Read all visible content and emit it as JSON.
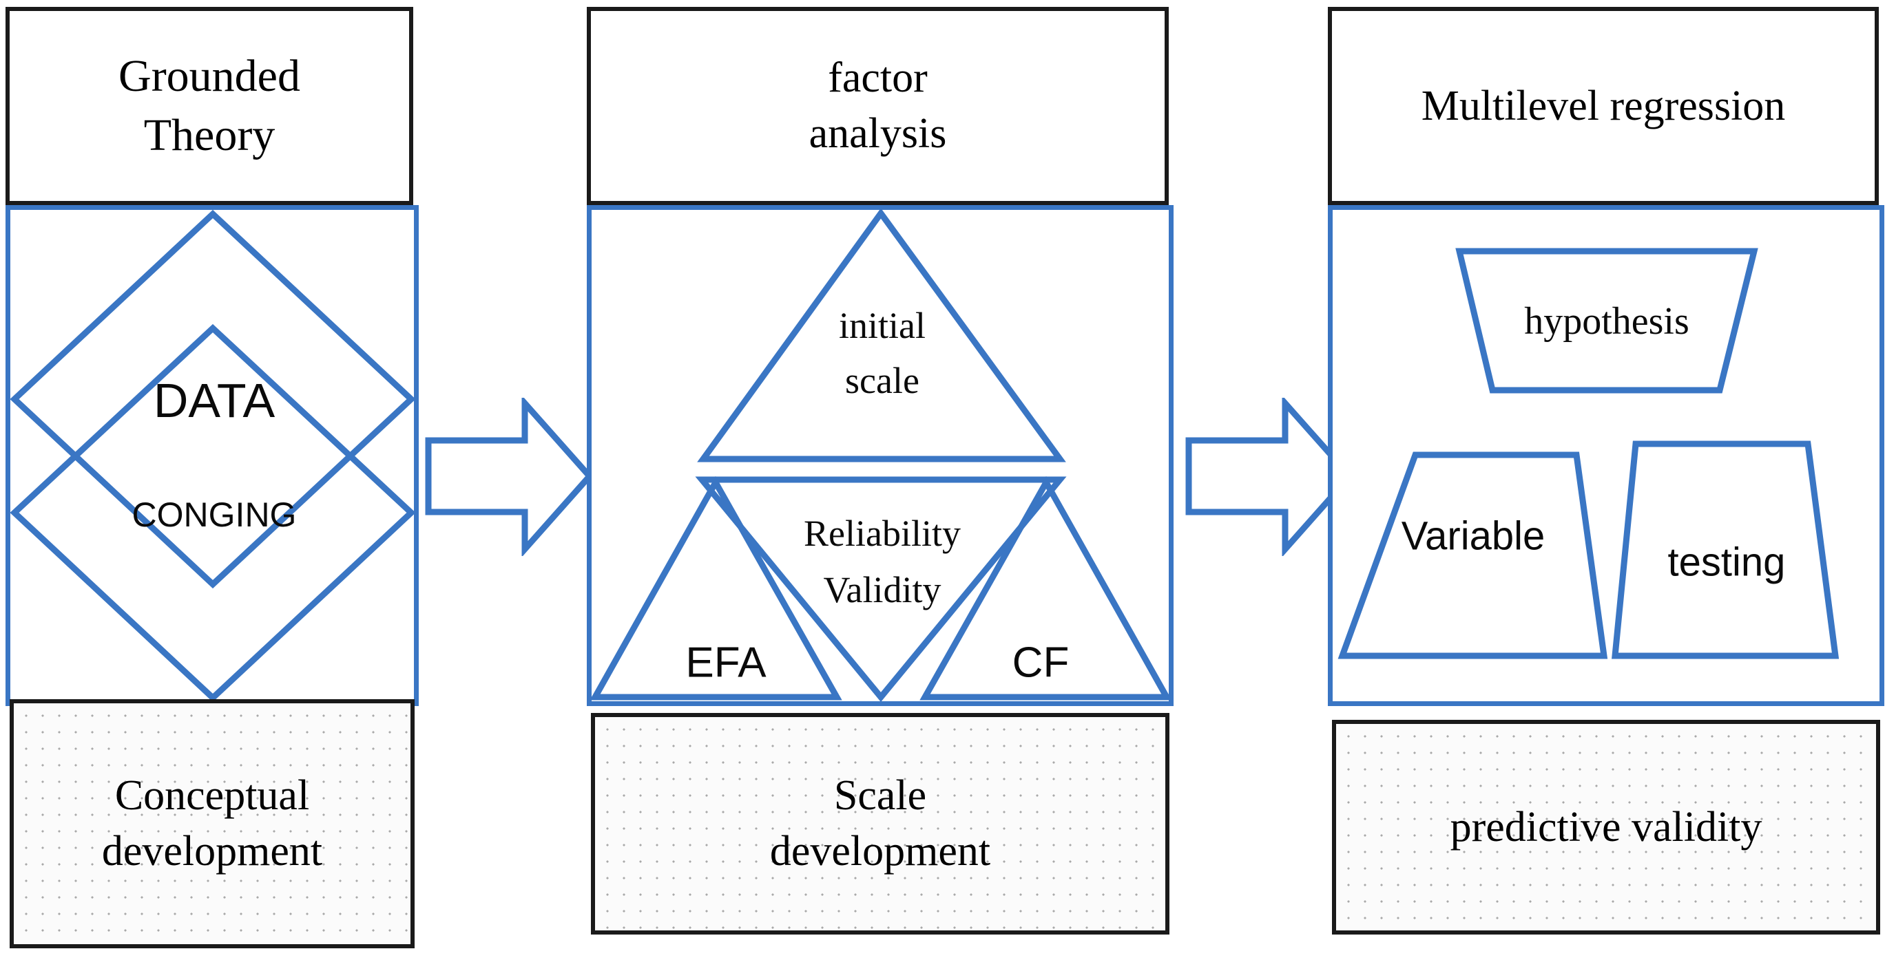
{
  "diagram": {
    "title": "Three-stage research design flow",
    "accent_blue": "#3a76c4",
    "outline_black": "#1a1a1a",
    "stages": [
      {
        "id": "grounded-theory",
        "header_lines": [
          "Grounded",
          "Theory"
        ],
        "shapes": [
          {
            "name": "data-diamond",
            "kind": "diamond",
            "label": "DATA"
          },
          {
            "name": "conging-diamond",
            "kind": "diamond",
            "label": "CONGING"
          }
        ],
        "footer_lines": [
          "Conceptual",
          "development"
        ]
      },
      {
        "id": "factor-analysis",
        "header_lines": [
          "factor",
          "analysis"
        ],
        "shapes": [
          {
            "name": "initial-scale-triangle",
            "kind": "triangle-up",
            "label_lines": [
              "initial",
              "scale"
            ]
          },
          {
            "name": "efa-triangle",
            "kind": "triangle-up",
            "label": "EFA"
          },
          {
            "name": "reliability-validity-triangle",
            "kind": "triangle-down",
            "label_lines": [
              "Reliability",
              "Validity"
            ]
          },
          {
            "name": "cf-triangle",
            "kind": "triangle-up",
            "label": "CF"
          }
        ],
        "footer_lines": [
          "Scale",
          "development"
        ]
      },
      {
        "id": "multilevel-regression",
        "header_lines": [
          "Multilevel regression"
        ],
        "shapes": [
          {
            "name": "hypothesis-trapezoid",
            "kind": "trapezoid-down",
            "label": "hypothesis"
          },
          {
            "name": "variable-trapezoid",
            "kind": "trapezoid-up",
            "label": "Variable"
          },
          {
            "name": "testing-trapezoid",
            "kind": "trapezoid-up",
            "label": "testing"
          }
        ],
        "footer_lines": [
          "predictive validity"
        ]
      }
    ],
    "arrows": [
      {
        "name": "arrow-stage1-to-stage2",
        "direction": "right"
      },
      {
        "name": "arrow-stage2-to-stage3",
        "direction": "right"
      }
    ]
  }
}
